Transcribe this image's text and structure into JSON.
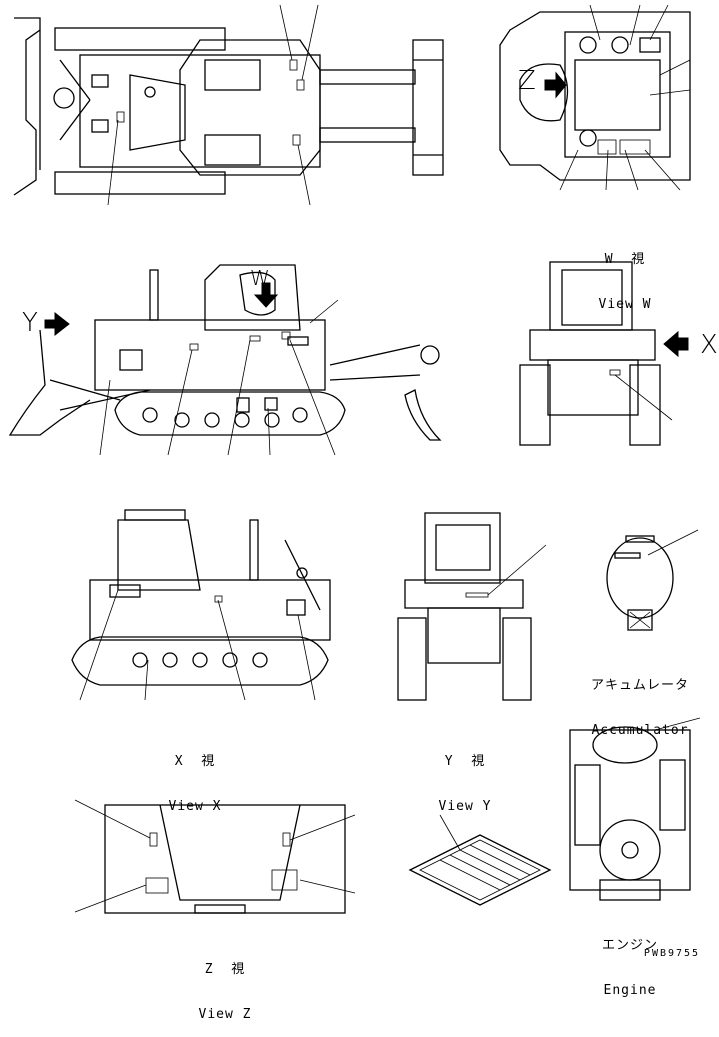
{
  "captions": {
    "view_w": {
      "line1": "W  視",
      "line2": "View W"
    },
    "view_x": {
      "line1": "X  視",
      "line2": "View X"
    },
    "view_y": {
      "line1": "Y  視",
      "line2": "View Y"
    },
    "view_z": {
      "line1": "Z  視",
      "line2": "View Z"
    },
    "accumulator": {
      "line1": "アキュムレータ",
      "line2": "Accumulator"
    },
    "engine": {
      "line1": "エンジン",
      "line2": "Engine"
    }
  },
  "view_letters": {
    "w": "W",
    "x": "X",
    "y": "Y",
    "z": "Z"
  },
  "drawing_number": "PWB9755",
  "colors": {
    "ink": "#000000",
    "paper": "#ffffff"
  }
}
